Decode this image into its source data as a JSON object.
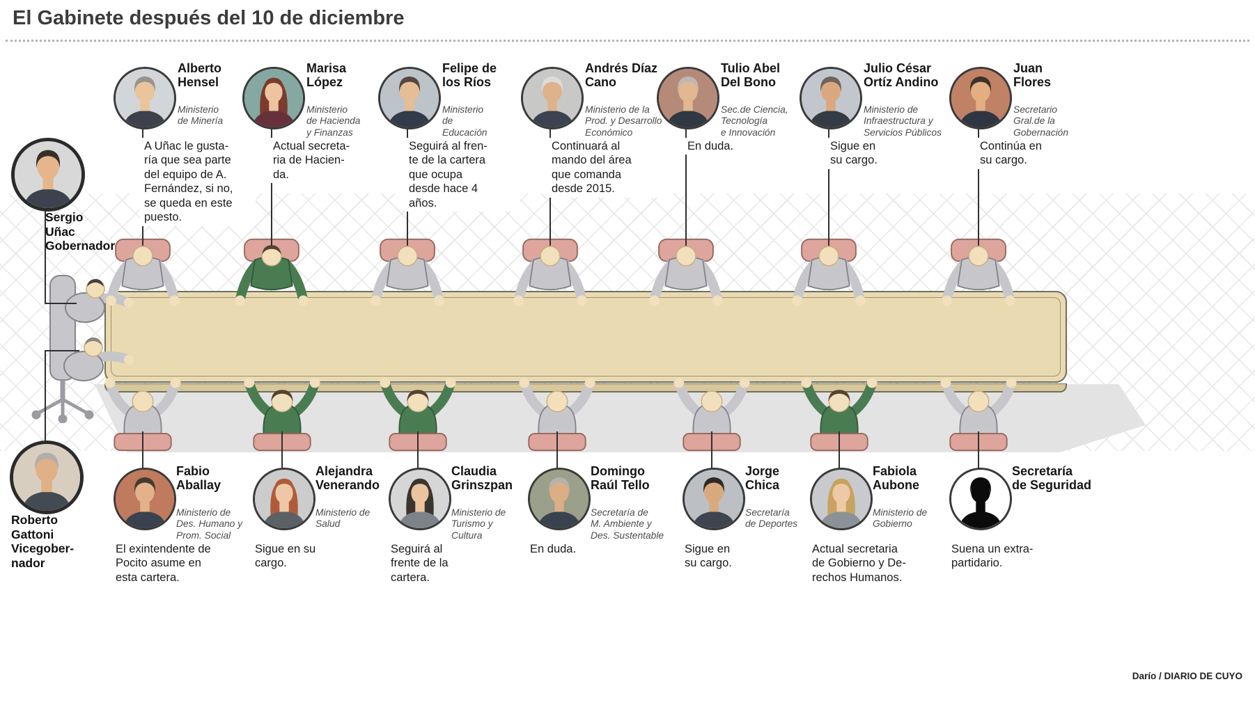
{
  "title": "El Gabinete después del 10 de diciembre",
  "credit": "Darío / DIARIO DE CUYO",
  "principals": [
    {
      "label": "Sergio\nUñac\nGobernador"
    },
    {
      "label": "Roberto\nGattoni\nVicegober-\nnador"
    }
  ],
  "top_row": [
    {
      "name": "Alberto\nHensel",
      "ministry": "Ministerio\nde Minería",
      "note": "A Uñac le gusta-\nría que sea parte\ndel equipo de A.\nFernández, si no,\nse queda en este\npuesto."
    },
    {
      "name": "Marisa\nLópez",
      "ministry": "Ministerio\nde Hacienda\ny Finanzas",
      "note": "Actual secreta-\nria de Hacien-\nda."
    },
    {
      "name": "Felipe de\nlos Ríos",
      "ministry": "Ministerio\nde\nEducación",
      "note": "Seguirá al fren-\nte de la cartera\nque ocupa\ndesde hace 4\naños."
    },
    {
      "name": "Andrés Díaz\nCano",
      "ministry": "Ministerio de la\nProd. y Desarrollo\nEconómico",
      "note": "Continuará al\nmando del área\nque comanda\ndesde 2015."
    },
    {
      "name": "Tulio Abel\nDel Bono",
      "ministry": "Sec.de Ciencia,\nTecnología\ne Innovación",
      "note": "En duda."
    },
    {
      "name": "Julio César\nOrtíz Andino",
      "ministry": "Ministerio de\nInfraestructura y\nServicios Públicos",
      "note": "Sigue en\nsu cargo."
    },
    {
      "name": "Juan\nFlores",
      "ministry": "Secretario\nGral.de la\nGobernación",
      "note": "Continúa en\nsu cargo."
    }
  ],
  "bottom_row": [
    {
      "name": "Fabio\nAballay",
      "ministry": "Ministerio de\nDes. Humano y\nProm. Social",
      "note": "El exintendente de\nPocito asume en\nesta cartera."
    },
    {
      "name": "Alejandra\nVenerando",
      "ministry": "Ministerio de\nSalud",
      "note": "Sigue en su\ncargo."
    },
    {
      "name": "Claudia\nGrinszpan",
      "ministry": "Ministerio de\nTurismo y\nCultura",
      "note": "Seguirá al\nfrente de la\ncartera."
    },
    {
      "name": "Domingo\nRaúl Tello",
      "ministry": "Secretaría de\nM. Ambiente y\nDes. Sustentable",
      "note": "En duda."
    },
    {
      "name": "Jorge\nChica",
      "ministry": "Secretaría\nde Deportes",
      "note": "Sigue en\nsu cargo."
    },
    {
      "name": "Fabiola\nAubone",
      "ministry": "Ministerio de\nGobierno",
      "note": "Actual secretaria\nde Gobierno y De-\nrechos Humanos."
    },
    {
      "name": "Secretaría\nde Seguridad",
      "ministry": "",
      "note": "Suena un extra-\npartidario."
    }
  ],
  "palette": {
    "table": "#e9dab2",
    "table_front": "#d7c79c",
    "chair": "#dda59b",
    "suit_gray": "#c7c7cb",
    "sweater_green": "#4a7c52",
    "skin": "#f2dfbb",
    "lattice_line": "#e6e6e6",
    "shadow": "#e3e3e3"
  }
}
